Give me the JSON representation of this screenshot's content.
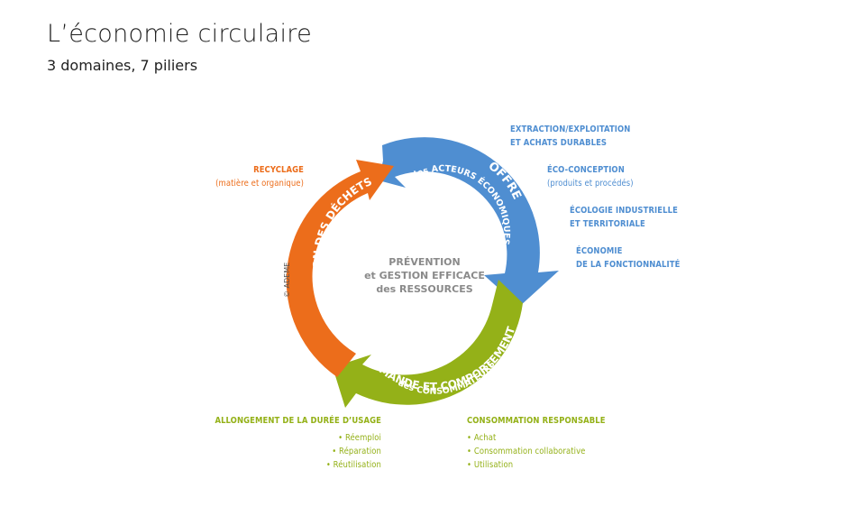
{
  "title": "L’économie circulaire",
  "subtitle": "3 domaines, 7 piliers",
  "colors": {
    "blue": "#4f8ed1",
    "orange": "#ec6d1b",
    "green": "#94b118",
    "gray": "#8a8a8a"
  },
  "center": {
    "line1": "PRÉVENTION",
    "line2": "et GESTION EFFICACE",
    "line3": "des RESSOURCES"
  },
  "arrows": {
    "offre": {
      "main": "OFFRE",
      "sub": "des ACTEURS ÉCONOMIQUES"
    },
    "dechets": {
      "main": "GESTION DES DÉCHETS"
    },
    "demande": {
      "main": "DEMANDE ET COMPORTEMENT",
      "sub": "des CONSOMMATEURS"
    }
  },
  "credit": "© ADEME",
  "pillars": {
    "extraction": [
      "EXTRACTION/EXPLOITATION",
      "ET ACHATS DURABLES"
    ],
    "ecoconception": [
      "ÉCO-CONCEPTION",
      "(produits et procédés)"
    ],
    "ecologie": [
      "ÉCOLOGIE INDUSTRIELLE",
      "ET TERRITORIALE"
    ],
    "economie": [
      "ÉCONOMIE",
      "DE LA FONCTIONNALITÉ"
    ],
    "recyclage": [
      "RECYCLAGE",
      "(matière et organique)"
    ],
    "allongement": {
      "heading": "ALLONGEMENT DE LA DURÉE D’USAGE",
      "items": [
        "• Réemploi",
        "• Réparation",
        "• Réutilisation"
      ]
    },
    "consommation": {
      "heading": "CONSOMMATION RESPONSABLE",
      "items": [
        "• Achat",
        "• Consommation collaborative",
        "• Utilisation"
      ]
    }
  }
}
